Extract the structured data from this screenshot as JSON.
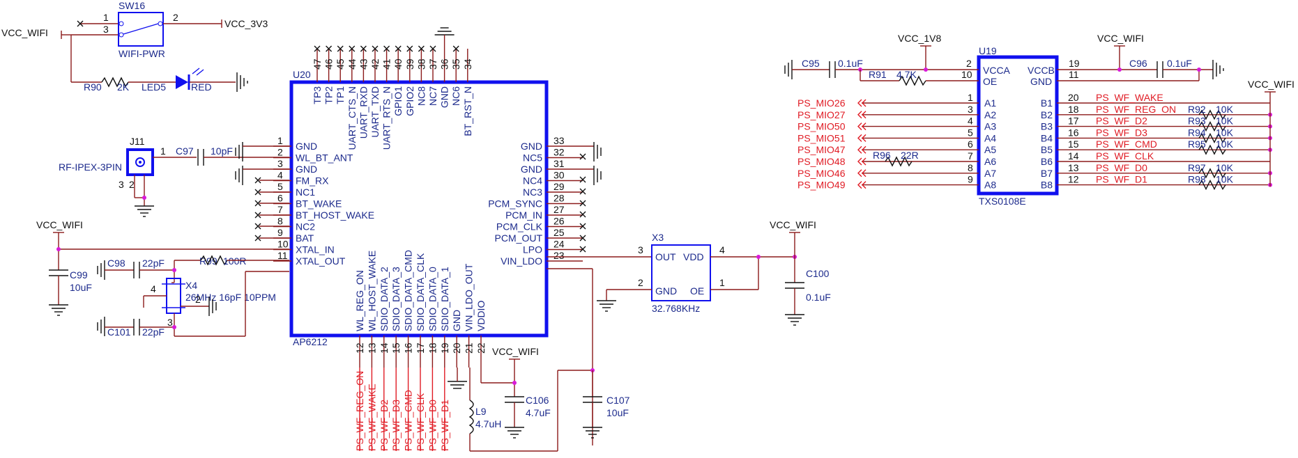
{
  "nets": {
    "vcc_wifi": "VCC_WIFI",
    "vcc_3v3": "VCC_3V3",
    "vcc_1v8": "VCC_1V8"
  },
  "sw16": {
    "ref": "SW16",
    "value": "WIFI-PWR",
    "pin1": "1",
    "pin2": "2",
    "pin3": "3"
  },
  "r90": {
    "ref": "R90",
    "value": "2K"
  },
  "led5": {
    "ref": "LED5",
    "value": "RED"
  },
  "j11": {
    "ref": "J11",
    "value": "RF-IPEX-3PIN",
    "pin1": "1",
    "pin2": "2",
    "pin3": "3"
  },
  "c97": {
    "ref": "C97",
    "value": "10pF"
  },
  "c99": {
    "ref": "C99",
    "value": "10uF"
  },
  "c98": {
    "ref": "C98",
    "value": "22pF"
  },
  "c101": {
    "ref": "C101",
    "value": "22pF"
  },
  "r99": {
    "ref": "R99",
    "value": "100R"
  },
  "x4": {
    "ref": "X4",
    "value": "26MHz 16pF 10PPM",
    "pin2": "2",
    "pin3": "3",
    "pin4": "4"
  },
  "u20": {
    "ref": "U20",
    "part": "AP6212",
    "left_pins": [
      {
        "num": "1",
        "name": "GND"
      },
      {
        "num": "2",
        "name": "WL_BT_ANT"
      },
      {
        "num": "3",
        "name": "GND"
      },
      {
        "num": "4",
        "name": "FM_RX"
      },
      {
        "num": "5",
        "name": "NC1"
      },
      {
        "num": "6",
        "name": "BT_WAKE"
      },
      {
        "num": "7",
        "name": "BT_HOST_WAKE"
      },
      {
        "num": "8",
        "name": "NC2"
      },
      {
        "num": "9",
        "name": "BAT"
      },
      {
        "num": "10",
        "name": "XTAL_IN"
      },
      {
        "num": "11",
        "name": "XTAL_OUT"
      }
    ],
    "top_pins": [
      {
        "num": "47",
        "name": "TP3"
      },
      {
        "num": "46",
        "name": "TP2"
      },
      {
        "num": "45",
        "name": "TP1"
      },
      {
        "num": "44",
        "name": "UART_CTS_N"
      },
      {
        "num": "43",
        "name": "UART_RXD"
      },
      {
        "num": "42",
        "name": "UART_TXD"
      },
      {
        "num": "41",
        "name": "UART_RTS_N"
      },
      {
        "num": "40",
        "name": "GPIO1"
      },
      {
        "num": "39",
        "name": "GPIO2"
      },
      {
        "num": "38",
        "name": "NC8"
      },
      {
        "num": "37",
        "name": "NC7"
      },
      {
        "num": "36",
        "name": "GND"
      },
      {
        "num": "35",
        "name": "NC6"
      },
      {
        "num": "34",
        "name": "BT_RST_N"
      }
    ],
    "right_pins": [
      {
        "num": "33",
        "name": "GND"
      },
      {
        "num": "32",
        "name": "NC5"
      },
      {
        "num": "31",
        "name": "GND"
      },
      {
        "num": "30",
        "name": "NC4"
      },
      {
        "num": "29",
        "name": "NC3"
      },
      {
        "num": "28",
        "name": "PCM_SYNC"
      },
      {
        "num": "27",
        "name": "PCM_IN"
      },
      {
        "num": "26",
        "name": "PCM_CLK"
      },
      {
        "num": "25",
        "name": "PCM_OUT"
      },
      {
        "num": "24",
        "name": "LPO"
      },
      {
        "num": "23",
        "name": "VIN_LDO"
      }
    ],
    "bottom_pins": [
      {
        "num": "12",
        "name": "WL_REG_ON"
      },
      {
        "num": "13",
        "name": "WL_HOST_WAKE"
      },
      {
        "num": "14",
        "name": "SDIO_DATA_2"
      },
      {
        "num": "15",
        "name": "SDIO_DATA_3"
      },
      {
        "num": "16",
        "name": "SDIO_DATA_CMD"
      },
      {
        "num": "17",
        "name": "SDIO_DATA_CLK"
      },
      {
        "num": "18",
        "name": "SDIO_DATA_0"
      },
      {
        "num": "19",
        "name": "SDIO_DATA_1"
      },
      {
        "num": "20",
        "name": "GND"
      },
      {
        "num": "21",
        "name": "VIN_LDO_OUT"
      },
      {
        "num": "22",
        "name": "VDDIO"
      }
    ],
    "bottom_nets": [
      "PS_WF_REG_ON",
      "PS_WF_WAKE",
      "PS_WF_D2",
      "PS_WF_D3",
      "PS_WF_CMD",
      "PS_WF_CLK",
      "PS_WF_D0",
      "PS_WF_D1"
    ]
  },
  "l9": {
    "ref": "L9",
    "value": "4.7uH"
  },
  "c106": {
    "ref": "C106",
    "value": "4.7uF"
  },
  "c107": {
    "ref": "C107",
    "value": "10uF"
  },
  "x3": {
    "ref": "X3",
    "value": "32.768KHz",
    "out": "OUT",
    "vdd": "VDD",
    "gnd": "GND",
    "oe": "OE",
    "pin1": "1",
    "pin2": "2",
    "pin3": "3",
    "pin4": "4"
  },
  "c100": {
    "ref": "C100",
    "value": "0.1uF"
  },
  "u19": {
    "ref": "U19",
    "part": "TXS0108E",
    "vcca": "VCCA",
    "oe": "OE",
    "vccb": "VCCB",
    "gnd": "GND",
    "pin2": "2",
    "pin10": "10",
    "pin19": "19",
    "pin11": "11",
    "a_pins": [
      {
        "num": "1",
        "name": "A1",
        "net": "PS_MIO26"
      },
      {
        "num": "3",
        "name": "A2",
        "net": "PS_MIO27"
      },
      {
        "num": "4",
        "name": "A3",
        "net": "PS_MIO50"
      },
      {
        "num": "5",
        "name": "A4",
        "net": "PS_MIO51"
      },
      {
        "num": "6",
        "name": "A5",
        "net": "PS_MIO47"
      },
      {
        "num": "7",
        "name": "A6",
        "net": "PS_MIO48"
      },
      {
        "num": "8",
        "name": "A7",
        "net": "PS_MIO46"
      },
      {
        "num": "9",
        "name": "A8",
        "net": "PS_MIO49"
      }
    ],
    "b_pins": [
      {
        "num": "20",
        "name": "B1",
        "net": "PS_WF_WAKE"
      },
      {
        "num": "18",
        "name": "B2",
        "net": "PS_WF_REG_ON"
      },
      {
        "num": "17",
        "name": "B3",
        "net": "PS_WF_D2"
      },
      {
        "num": "16",
        "name": "B4",
        "net": "PS_WF_D3"
      },
      {
        "num": "15",
        "name": "B5",
        "net": "PS_WF_CMD"
      },
      {
        "num": "14",
        "name": "B6",
        "net": "PS_WF_CLK"
      },
      {
        "num": "13",
        "name": "B7",
        "net": "PS_WF_D0"
      },
      {
        "num": "12",
        "name": "B8",
        "net": "PS_WF_D1"
      }
    ]
  },
  "c95": {
    "ref": "C95",
    "value": "0.1uF"
  },
  "c96": {
    "ref": "C96",
    "value": "0.1uF"
  },
  "r91": {
    "ref": "R91",
    "value": "4.7K"
  },
  "r96": {
    "ref": "R96",
    "value": "22R"
  },
  "pullups": [
    {
      "ref": "R92",
      "value": "10K"
    },
    {
      "ref": "R93",
      "value": "10K"
    },
    {
      "ref": "R94",
      "value": "10K"
    },
    {
      "ref": "R95",
      "value": "10K"
    },
    {
      "ref": "R97",
      "value": "10K"
    },
    {
      "ref": "R98",
      "value": "10K"
    }
  ],
  "colors": {
    "chip": "#1010ee",
    "wire": "#8b1a1a",
    "net_label": "#e01b24",
    "junction": "#d91ad9",
    "text": "#1c2a8c"
  }
}
